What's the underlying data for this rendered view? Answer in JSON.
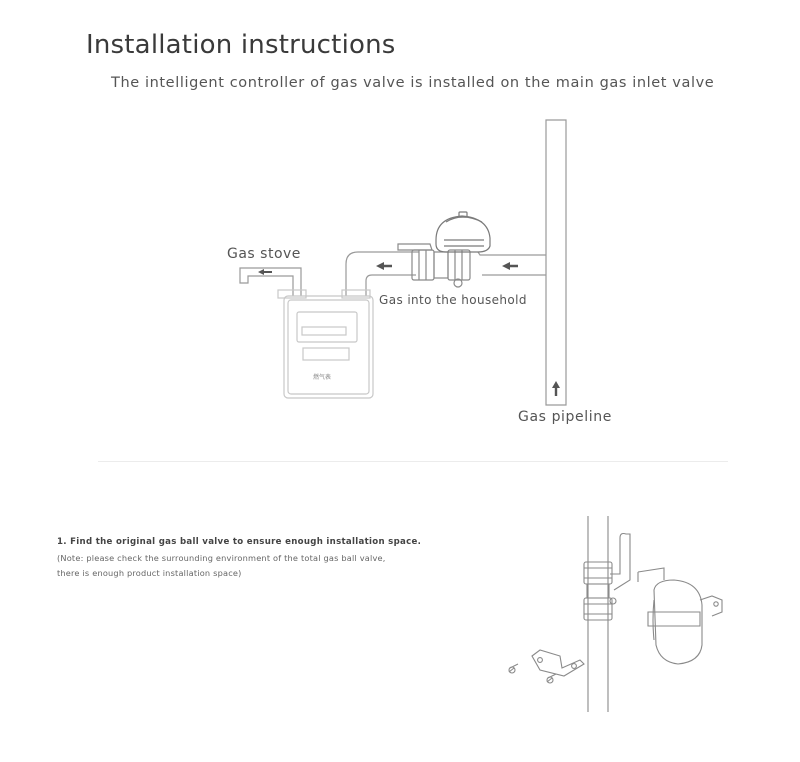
{
  "header": {
    "title": "Installation instructions",
    "subtitle": "The intelligent controller of gas valve is installed on the main gas inlet valve"
  },
  "diagram": {
    "label_stove": "Gas stove",
    "label_household": "Gas into the household",
    "label_pipeline": "Gas pipeline",
    "meter_label": "燃气表"
  },
  "step1": {
    "title": "1. Find the original gas ball valve to ensure enough installation space.",
    "note_line1": "(Note: please check the surrounding environment of the total gas ball valve,",
    "note_line2": "there is enough product installation space)"
  },
  "colors": {
    "line": "#9a9a9a",
    "arrow": "#555555",
    "text": "#555555"
  }
}
